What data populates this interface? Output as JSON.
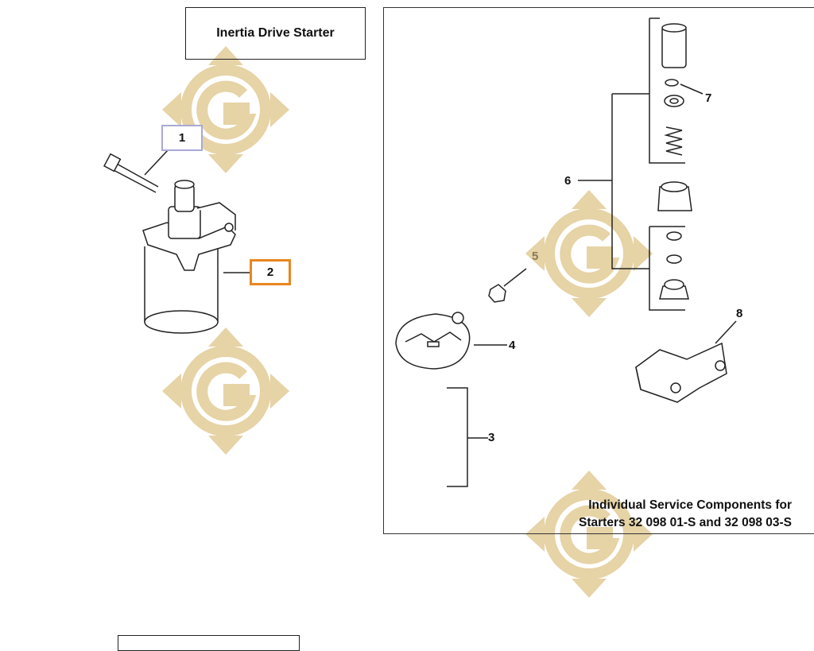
{
  "title": "Inertia Drive Starter",
  "callouts": {
    "c1": "1",
    "c2": "2",
    "c3": "3",
    "c4": "4",
    "c5": "5",
    "c6": "6",
    "c7": "7",
    "c8": "8"
  },
  "service_panel": {
    "line1": "Individual Service Components for",
    "line2": "Starters 32 098 01-S and 32 098 03-S"
  },
  "colors": {
    "watermark": "#e6d3a6",
    "callout_1_border": "#a8a9d6",
    "callout_2_border": "#e9861f",
    "line": "#222222"
  },
  "watermark_icon": "g-diamond-logo"
}
